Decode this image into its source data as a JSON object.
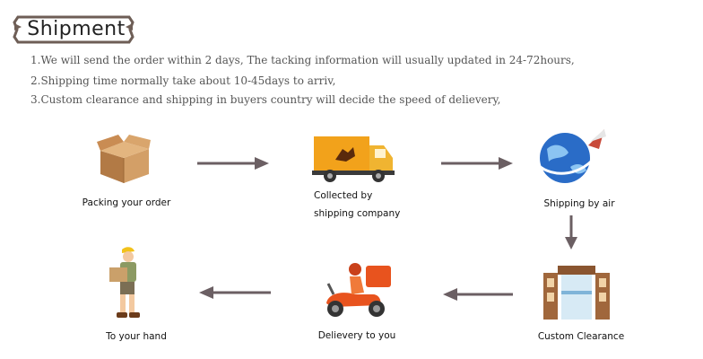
{
  "title": "Shipment",
  "notes": [
    "1.We will send the order within 2 days, The tacking information will usually updated in 24-72hours,",
    "2.Shipping time normally take about 10-45days to arriv,",
    "3.Custom clearance and shipping in buyers country will decide the speed of delievery,"
  ],
  "steps": {
    "packing": "Packing your order",
    "collected_line1": "Collected  by",
    "collected_line2": "shipping company",
    "air": "Shipping by air",
    "customs": "Custom Clearance",
    "delivery": "Delievery to you",
    "hand": "To your hand"
  },
  "colors": {
    "arrow": "#6b5f63",
    "box": "#c9955c",
    "truck": "#f2a21b",
    "scooter": "#e8531e",
    "building": "#a0673c"
  },
  "icons": [
    "box-icon",
    "truck-icon",
    "globe-rocket-icon",
    "customs-building-icon",
    "scooter-icon",
    "courier-icon"
  ]
}
